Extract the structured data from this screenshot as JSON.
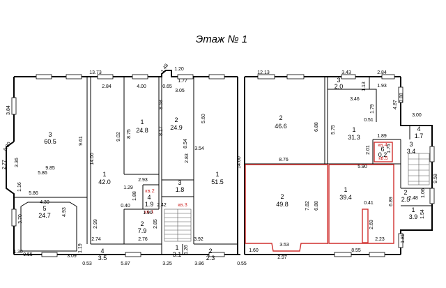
{
  "title": "Этаж № 1",
  "rooms": [
    {
      "id": "r1",
      "number": "3",
      "area": "60.5"
    },
    {
      "id": "r2",
      "number": "5",
      "area": "24.7"
    },
    {
      "id": "r3",
      "number": "1",
      "area": "42.0"
    },
    {
      "id": "r4",
      "number": "1",
      "area": "24.8"
    },
    {
      "id": "r5",
      "number": "2",
      "area": "24.9"
    },
    {
      "id": "r6",
      "number": "1",
      "area": "51.5"
    },
    {
      "id": "r7",
      "number": "3",
      "area": "1.8"
    },
    {
      "id": "r8",
      "number": "4",
      "area": "1.9"
    },
    {
      "id": "r9",
      "number": "2",
      "area": "7.9"
    },
    {
      "id": "r10",
      "number": "4",
      "area": "3.5"
    },
    {
      "id": "r11",
      "number": "1",
      "area": "3.1"
    },
    {
      "id": "r12",
      "number": "2",
      "area": "2.3"
    },
    {
      "id": "r13",
      "number": "2",
      "area": "46.6"
    },
    {
      "id": "r14",
      "number": "3",
      "area": "2.0"
    },
    {
      "id": "r15",
      "number": "1",
      "area": "31.3"
    },
    {
      "id": "r16",
      "number": "4",
      "area": "1.7"
    },
    {
      "id": "r17",
      "number": "3",
      "area": "3.4"
    },
    {
      "id": "r18",
      "number": "2",
      "area": "49.8"
    },
    {
      "id": "r19",
      "number": "1",
      "area": "39.4"
    },
    {
      "id": "r20",
      "number": "2",
      "area": "2.5"
    },
    {
      "id": "r21",
      "number": "1",
      "area": "3.9"
    },
    {
      "id": "r22",
      "number": "6",
      "area": "0.2"
    }
  ],
  "apartments": [
    "кв.2",
    "кв.1",
    "кв.3",
    "кв.4",
    "кв.5"
  ],
  "dims": [
    "13.73",
    "1.48",
    "1.20",
    "12.13",
    "3.43",
    "2.84",
    "1.77",
    "0.65",
    "3.05",
    "2.84",
    "4.00",
    "3.84",
    "3.88",
    "2.77",
    "0.80",
    "3.36",
    "9.85",
    "9.61",
    "14.00",
    "9.02",
    "8.75",
    "8.58",
    "8.17",
    "5.60",
    "8.54",
    "2.83",
    "3.54",
    "14.00",
    "6.88",
    "5.75",
    "4.87",
    "3.00",
    "1.13",
    "3.46",
    "1.79",
    "0.51",
    "1.93",
    "1.89",
    "2.01",
    "1.75",
    "8.76",
    "5.90",
    "9.58",
    "5.86",
    "1.16",
    "5.86",
    "3.70",
    "4.93",
    "4.30",
    "2.99",
    "2.93",
    "1.29",
    "1.88",
    "1.90",
    "0.40",
    "2.42",
    "2.85",
    "2.74",
    "2.76",
    "3.92",
    "1.30",
    "0.55",
    "3.09",
    "1.19",
    "0.53",
    "5.87",
    "3.25",
    "3.86",
    "0.55",
    "1.26",
    "7.82",
    "6.88",
    "0.41",
    "2.69",
    "6.89",
    "3.53",
    "2.23",
    "2.97",
    "8.55",
    "1.60",
    "1.06",
    "2.48",
    "1.54",
    "1.81"
  ]
}
